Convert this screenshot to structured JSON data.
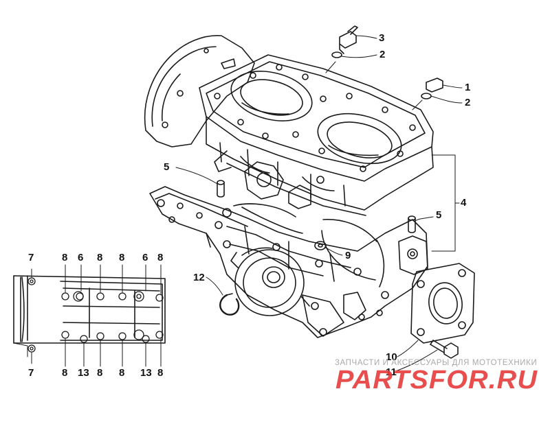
{
  "callouts": {
    "c1": "1",
    "c2a": "2",
    "c2b": "2",
    "c3": "3",
    "c4": "4",
    "c5a": "5",
    "c5b": "5",
    "c9": "9",
    "c10": "10",
    "c11": "11",
    "c12": "12"
  },
  "inset": {
    "top_labels": [
      "7",
      "8",
      "6",
      "8",
      "8",
      "6",
      "8"
    ],
    "bottom_labels": [
      "7",
      "8",
      "13",
      "8",
      "8",
      "13",
      "8"
    ]
  },
  "watermark": {
    "caption": "ЗАПЧАСТИ И АКСЕССУАРЫ ДЛЯ МОТОТЕХНИКИ",
    "logo": "PARTSFOR.RU",
    "logo_color": "#e63b3b"
  }
}
